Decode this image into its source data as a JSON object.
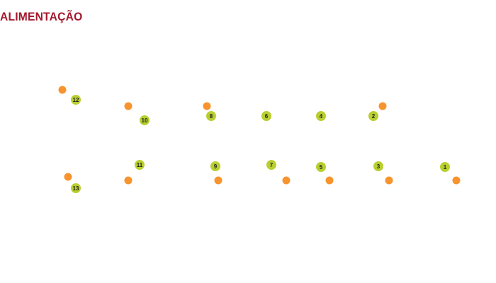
{
  "title": "ALIMENTAÇÃO",
  "colors": {
    "title": "#a3182c",
    "marker": "#b8cf2f",
    "dot": "#f7942e"
  },
  "markers": [
    "1",
    "2",
    "3",
    "4",
    "5",
    "6",
    "7",
    "8",
    "9",
    "10",
    "11",
    "12",
    "13"
  ]
}
